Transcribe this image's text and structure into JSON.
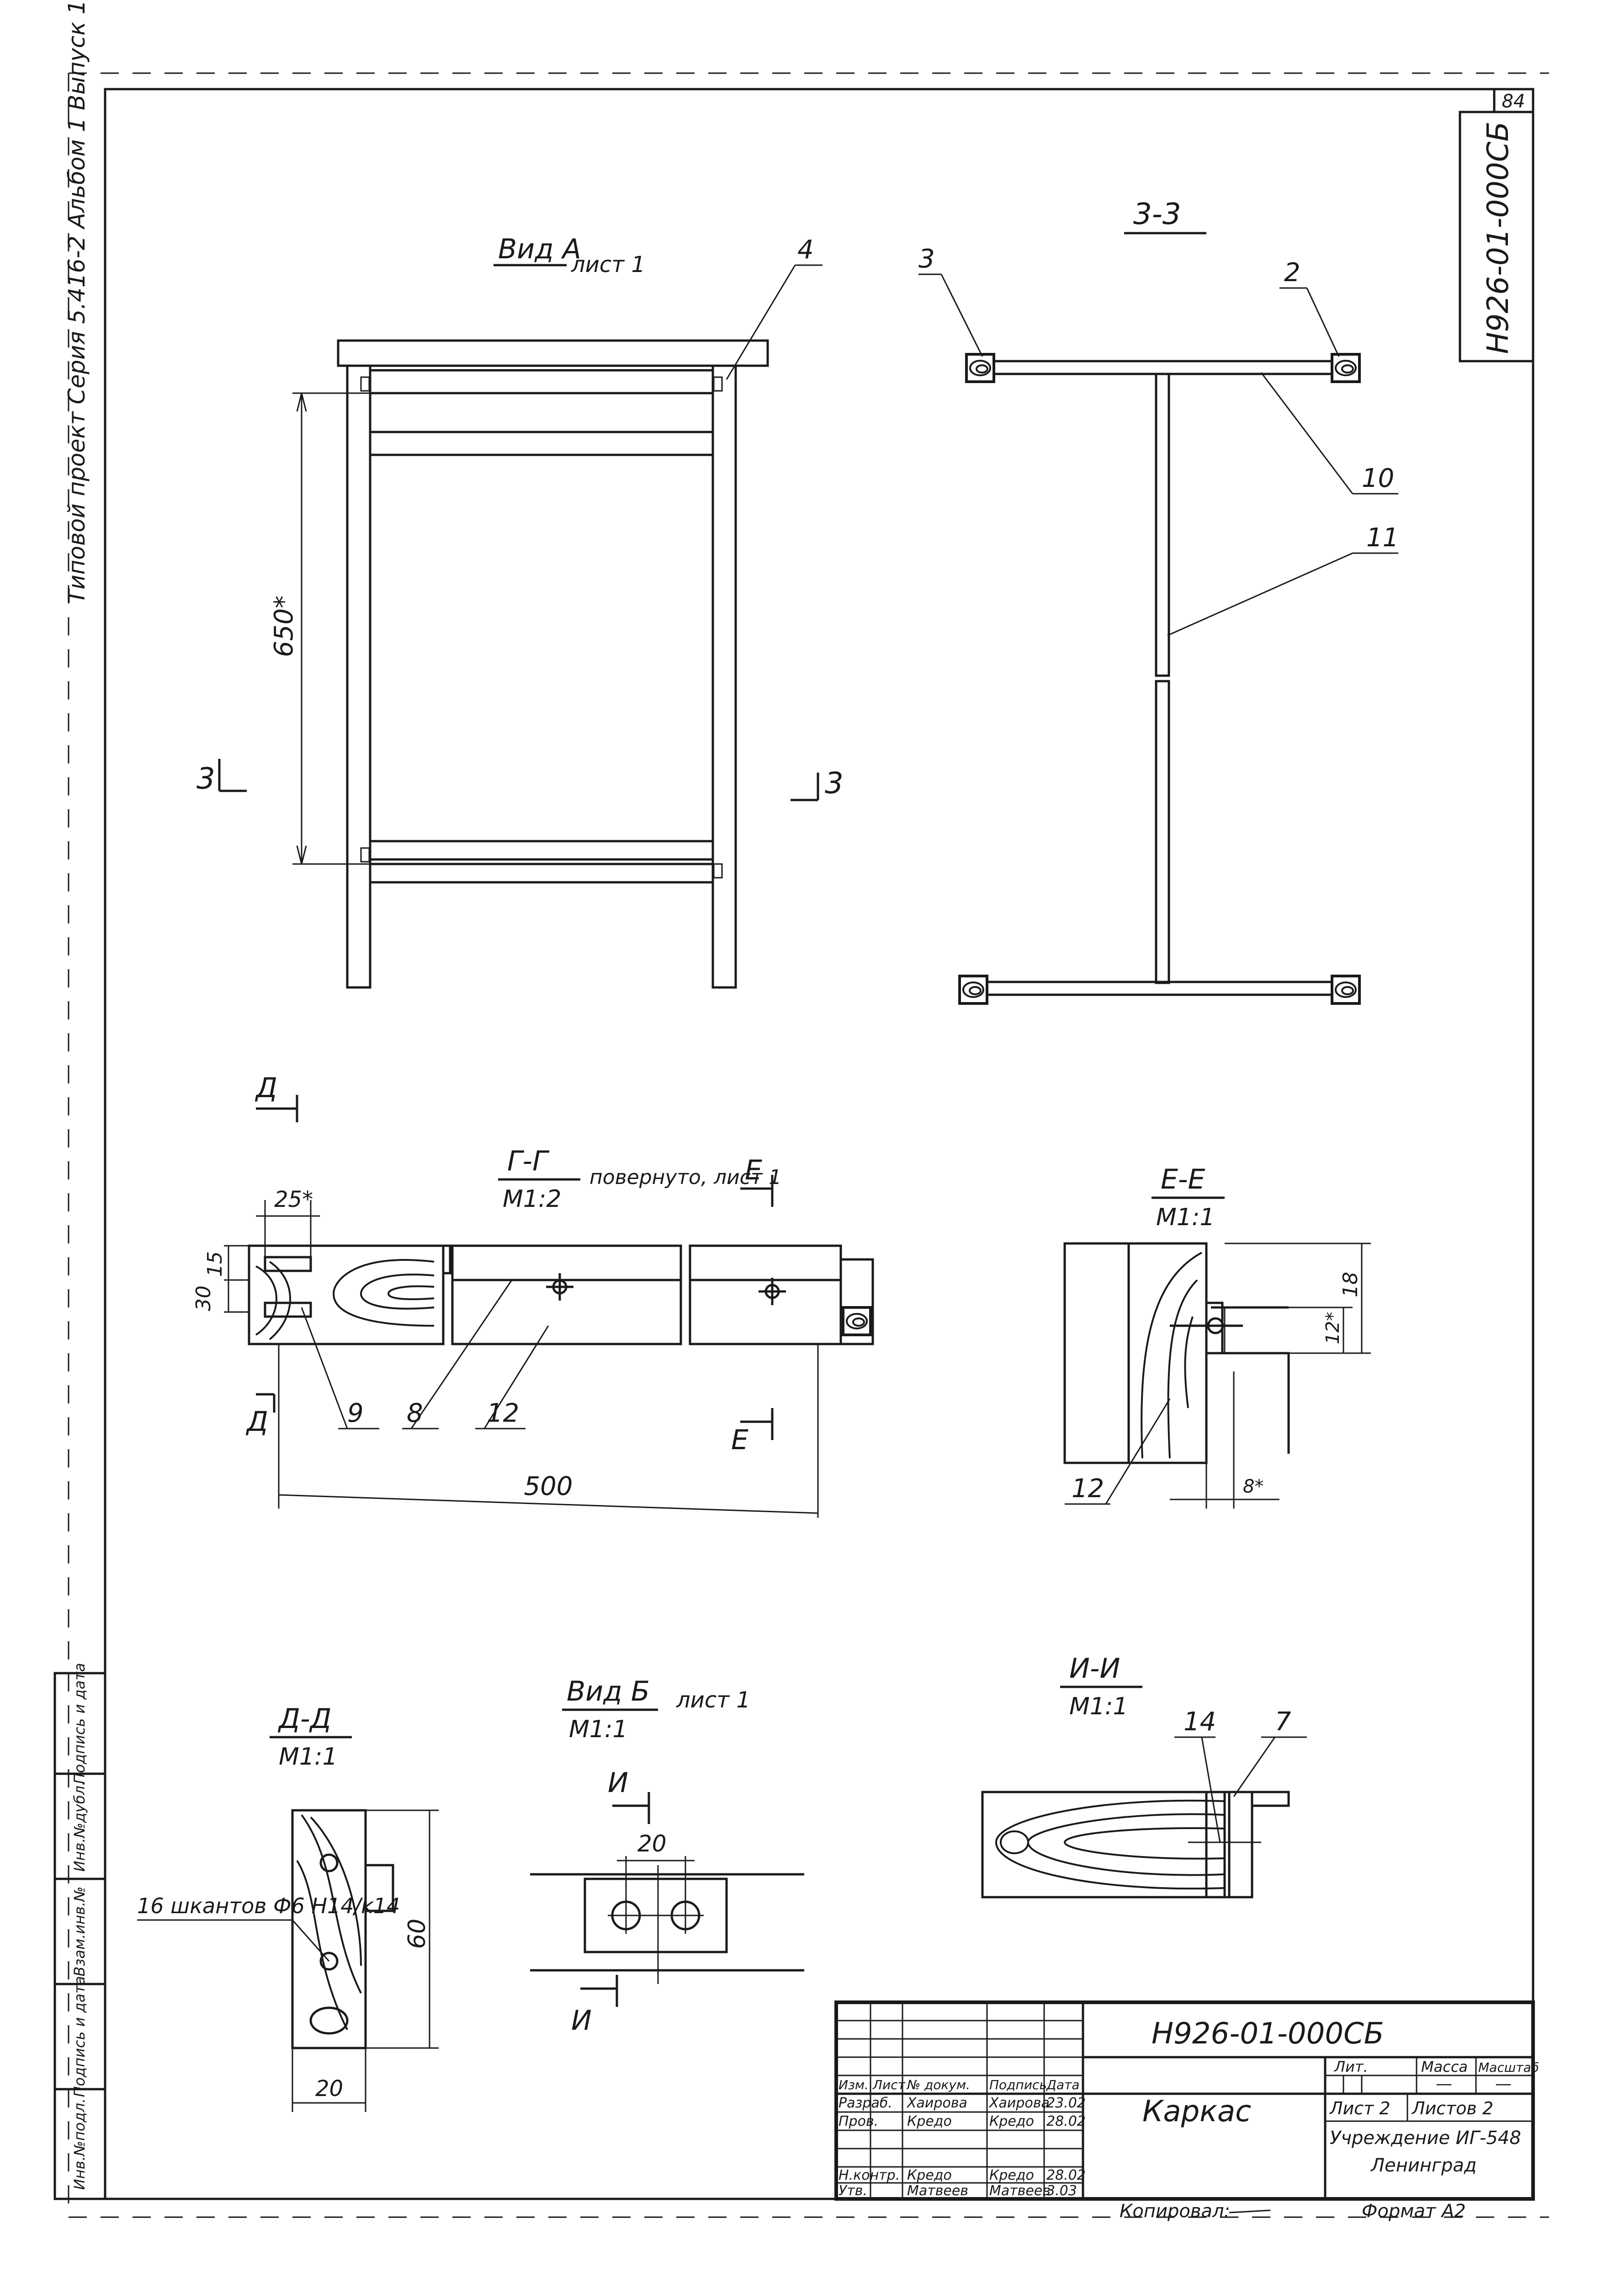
{
  "sheet_corner": "84",
  "side_stamp": "Н926-01-000СБ",
  "left_margin": "Типовой проект Серия 5.416-2 Альбом 1 Выпуск 1",
  "left_strip": [
    "Инв.№подл.",
    "Подпись и дата",
    "Взам.инв.№",
    "Инв.№дубл.",
    "Подпись и дата"
  ],
  "view_a": {
    "title": "Вид А",
    "sheet_ref": "лист 1",
    "dim_vertical": "650*",
    "part_4": "4",
    "section_left": "3",
    "section_right": "3"
  },
  "section_33": {
    "title": "3-3",
    "part_3": "3",
    "part_2": "2",
    "part_10": "10",
    "part_11": "11"
  },
  "section_gg": {
    "title": "Г-Г",
    "scale": "М1:2",
    "note": "повернуто, лист 1",
    "mark_d_top": "Д",
    "mark_d_bottom": "Д",
    "mark_e_top": "Е",
    "mark_e_bottom": "Е",
    "dim_25": "25*",
    "dim_15": "15",
    "dim_30": "30",
    "dim_500": "500",
    "part_9": "9",
    "part_8": "8",
    "part_12": "12"
  },
  "section_ee": {
    "title": "Е-Е",
    "scale": "М1:1",
    "dim_18": "18",
    "dim_12": "12*",
    "dim_8": "8*",
    "part_12": "12"
  },
  "section_dd": {
    "title": "Д-Д",
    "scale": "М1:1",
    "note": "16 шкантов Ф6 Н14/k14",
    "dim_60": "60",
    "dim_20": "20"
  },
  "view_b": {
    "title": "Вид Б",
    "scale": "М1:1",
    "sheet_ref": "лист 1",
    "dim_20": "20",
    "mark_i_top": "И",
    "mark_i_bottom": "И"
  },
  "section_ii": {
    "title": "И-И",
    "scale": "М1:1",
    "part_14": "14",
    "part_7": "7"
  },
  "title_block": {
    "designation": "Н926-01-000СБ",
    "name": "Каркас",
    "col_headers": [
      "Изм.",
      "Лист",
      "№ докум.",
      "Подпись",
      "Дата"
    ],
    "rows": [
      {
        "role": "Разраб.",
        "name": "Хаирова",
        "sign": "Хаирова",
        "date": "23.02"
      },
      {
        "role": "Пров.",
        "name": "Кредо",
        "sign": "Кредо",
        "date": "28.02"
      },
      {
        "role": "Н.контр.",
        "name": "Кредо",
        "sign": "Кредо",
        "date": "28.02"
      },
      {
        "role": "Утв.",
        "name": "Матвеев",
        "sign": "Матвеев",
        "date": "3.03"
      }
    ],
    "lit_label": "Лит.",
    "mass_label": "Масса",
    "scale_label": "Масштаб",
    "mass_value": "—",
    "scale_value": "—",
    "sheet": "Лист 2",
    "sheets": "Листов 2",
    "org": "Учреждение ИГ-548",
    "city": "Ленинград"
  },
  "footer": {
    "copied": "Копировал:",
    "format": "Формат А2"
  }
}
